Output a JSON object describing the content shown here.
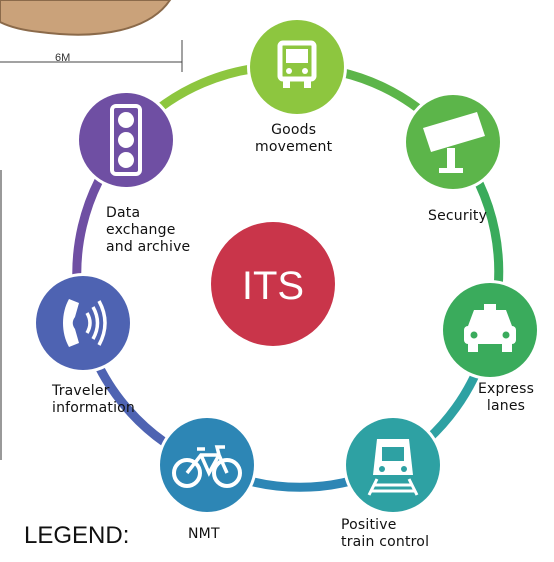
{
  "dimension_label": "6M",
  "center": {
    "label": "ITS",
    "color": "#c9354a"
  },
  "ring_colors": [
    "#8fc63f",
    "#53b54a",
    "#2fa88e",
    "#2f8fa8",
    "#4a6eb5",
    "#6a56a8",
    "#8fc63f"
  ],
  "nodes": [
    {
      "id": "goods",
      "lines": [
        "Goods",
        "movement"
      ],
      "color": "#8dc63f",
      "icon": "truck-icon"
    },
    {
      "id": "security",
      "lines": [
        "Security"
      ],
      "color": "#5cb54a",
      "icon": "security-camera-icon"
    },
    {
      "id": "express",
      "lines": [
        "Express",
        "lanes"
      ],
      "color": "#3aab5c",
      "icon": "taxi-icon"
    },
    {
      "id": "train",
      "lines": [
        "Positive",
        "train control"
      ],
      "color": "#2ea1a3",
      "icon": "train-icon"
    },
    {
      "id": "nmt",
      "lines": [
        "NMT"
      ],
      "color": "#2d86b5",
      "icon": "bicycle-icon"
    },
    {
      "id": "traveler",
      "lines": [
        "Traveler",
        "information"
      ],
      "color": "#4e63b2",
      "icon": "phone-icon"
    },
    {
      "id": "data",
      "lines": [
        "Data",
        "exchange",
        "and archive"
      ],
      "color": "#6f4fa3",
      "icon": "traffic-light-icon"
    }
  ],
  "legend": "LEGEND:"
}
